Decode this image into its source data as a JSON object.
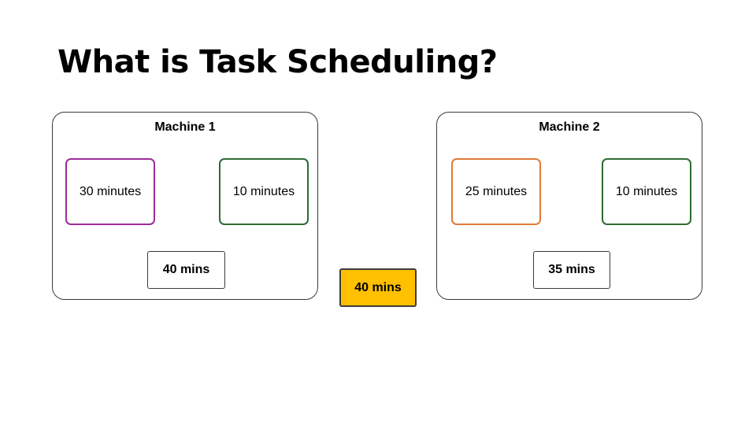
{
  "title": "What is Task Scheduling?",
  "machines": [
    {
      "label": "Machine 1",
      "tasks": [
        {
          "label": "30 minutes",
          "color": "#9b2c9b"
        },
        {
          "label": "10 minutes",
          "color": "#2e6b34"
        }
      ],
      "total": "40 mins"
    },
    {
      "label": "Machine 2",
      "tasks": [
        {
          "label": "25 minutes",
          "color": "#e07b39"
        },
        {
          "label": "10 minutes",
          "color": "#2e6b34"
        }
      ],
      "total": "35 mins"
    }
  ],
  "overall": {
    "label": "40 mins",
    "color": "#ffc000"
  }
}
